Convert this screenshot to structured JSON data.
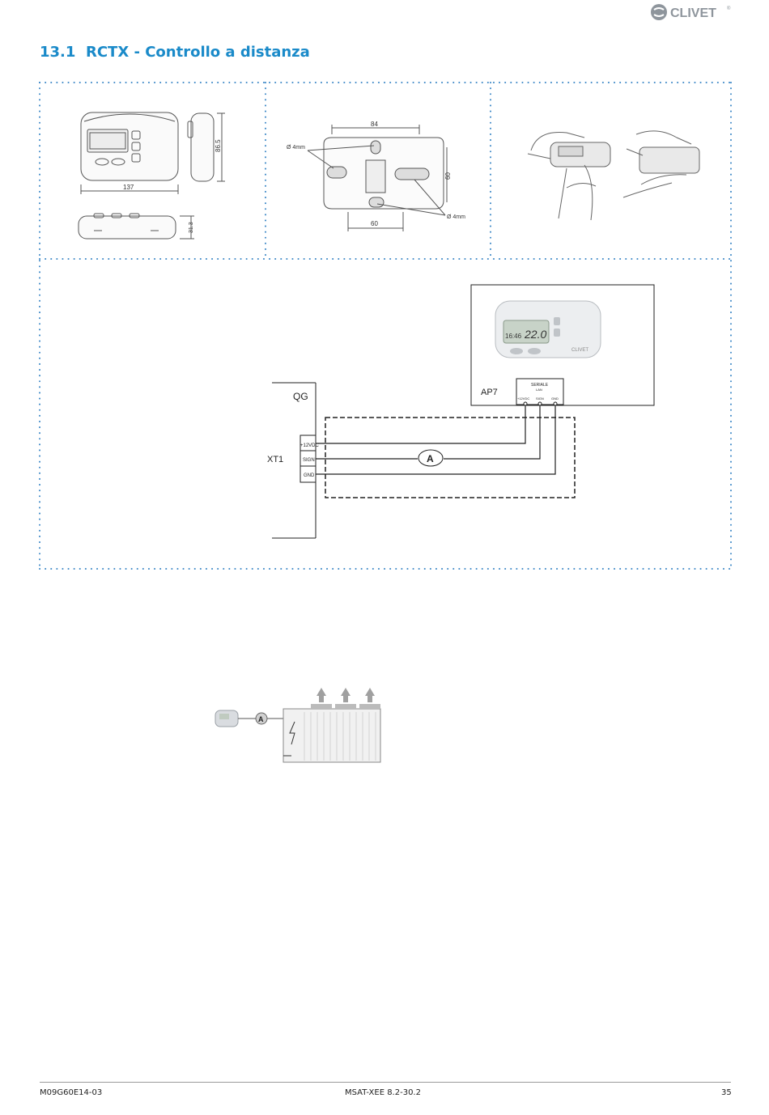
{
  "header": {
    "brand": "CLIVET",
    "trademark": "®"
  },
  "section": {
    "number": "13.1",
    "title": "RCTX - Controllo a distanza"
  },
  "figure_dimensions": {
    "width": "137",
    "height": "86.5",
    "depth": "31.3"
  },
  "figure_mounting": {
    "hole_spacing_top": "84",
    "hole_spacing_bottom": "60",
    "hole_spacing_side": "60",
    "hole_diameter": "Ø 4mm"
  },
  "wiring": {
    "panel": "QG",
    "terminal_block": "XT1",
    "terminals": [
      "+12VDC",
      "SIGN",
      "GND"
    ],
    "device": "AP7",
    "port_title": "SERIALE",
    "port_subtitle": "LAN",
    "port_pins": [
      "+12VDC",
      "SIGN",
      "GND"
    ],
    "cable_label": "A",
    "display_time": "16:46",
    "display_temp": "22.0",
    "device_brand": "CLIVET"
  },
  "overview": {
    "cable_label": "A"
  },
  "footer": {
    "doc_code": "M09G60E14-03",
    "model": "MSAT-XEE 8.2-30.2",
    "page": "35"
  }
}
